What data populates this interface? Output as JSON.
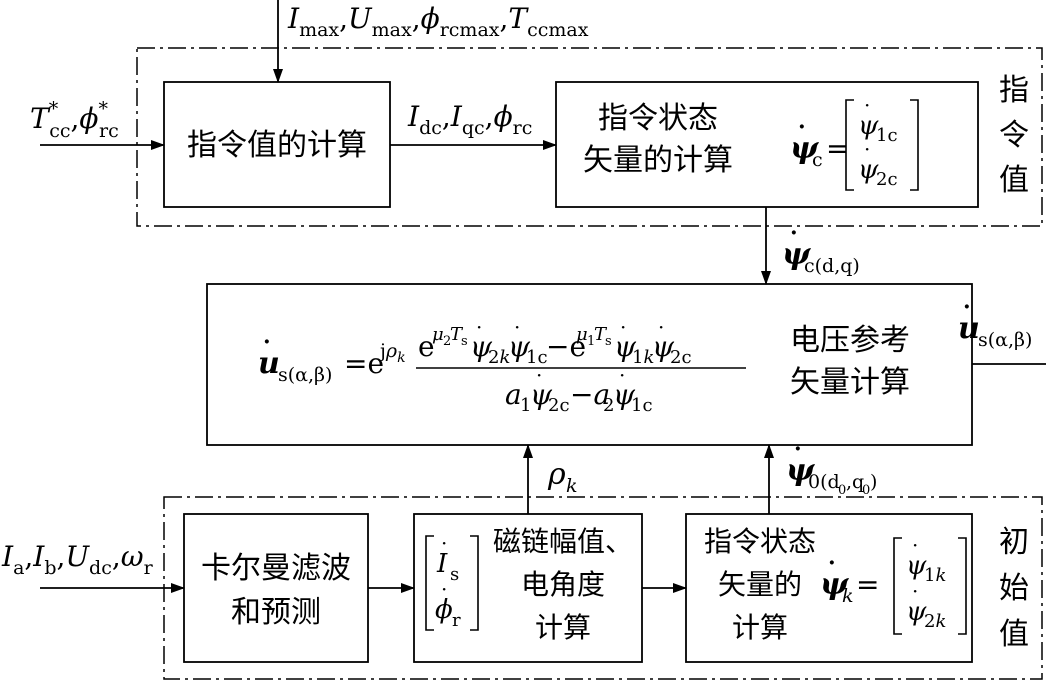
{
  "blocks": {
    "command_calc": "指令值的计算",
    "cmd_state_line1": "指令状态",
    "cmd_state_line2": "矢量的计算",
    "voltage_ref_line1": "电压参考",
    "voltage_ref_line2": "矢量计算",
    "kalman_line1": "卡尔曼滤波",
    "kalman_line2": "和预测",
    "flux_line1": "磁链幅值、",
    "flux_line2": "电角度",
    "flux_line3": "计算",
    "init_state_line1": "指令状态",
    "init_state_line2": "矢量的",
    "init_state_line3": "计算"
  },
  "regions": {
    "command_value": [
      "指",
      "令",
      "值"
    ],
    "initial_value": [
      "初",
      "始",
      "值"
    ]
  },
  "signals": {
    "limits": "I_max, U_max, φ_rcmax, T_ccmax",
    "torque_flux_ref": "T*_cc, φ*_rc",
    "dq_commands": "I_dc, I_qc, φ_rc",
    "psi_c_vector": "ψ̇_c = [ψ̇_1c; ψ̇_2c]",
    "psi_c_dq": "ψ̇_c(d,q)",
    "u_s_output": "u̇_s(α,β)",
    "u_s_formula": "u̇_s(α,β) = e^(jρ_k) (e^(μ2 Ts) ψ̇_2k ψ̇_1c − e^(μ1 Ts) ψ̇_1k ψ̇_2c) / (a1 ψ̇_2c − a2 ψ̇_1c)",
    "rho_k": "ρ_k",
    "psi_0_dq": "ψ̇_0(d0,q0)",
    "measurements": "I_a, I_b, U_dc, ω_r",
    "is_phi_vector": "[İ_s; φ̇_r]",
    "psi_k_vector": "ψ̇_k = [ψ̇_1k; ψ̇_2k]"
  }
}
